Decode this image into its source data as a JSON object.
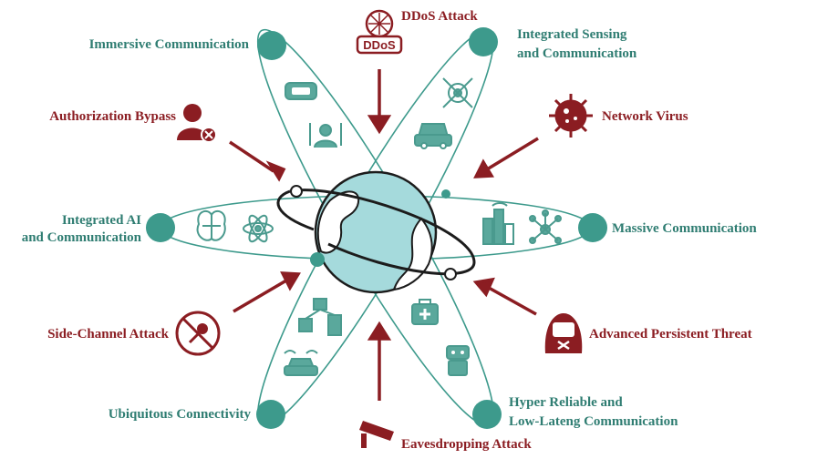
{
  "colors": {
    "teal_text": "#2f7d72",
    "node": "#3d9a8c",
    "threat": "#8b1d22",
    "globe": "#9fd7d9",
    "orbit_stroke": "#3d9a8c",
    "icon_stroke": "#4a9a8e"
  },
  "capabilities": {
    "immersive": "Immersive Communication",
    "isac_line1": "Integrated Sensing",
    "isac_line2": "and Communication",
    "ai_line1": "Integrated AI",
    "ai_line2": "and Communication",
    "massive": "Massive Communication",
    "ubiquitous": "Ubiquitous Connectivity",
    "hrllc_line1": "Hyper Reliable and",
    "hrllc_line2": "Low-Lateng Communication"
  },
  "threats": {
    "ddos": "DDoS Attack",
    "ddos_badge": "DDoS",
    "auth": "Authorization Bypass",
    "virus": "Network Virus",
    "side": "Side-Channel Attack",
    "apt": "Advanced Persistent Threat",
    "eaves": "Eavesdropping Attack"
  }
}
